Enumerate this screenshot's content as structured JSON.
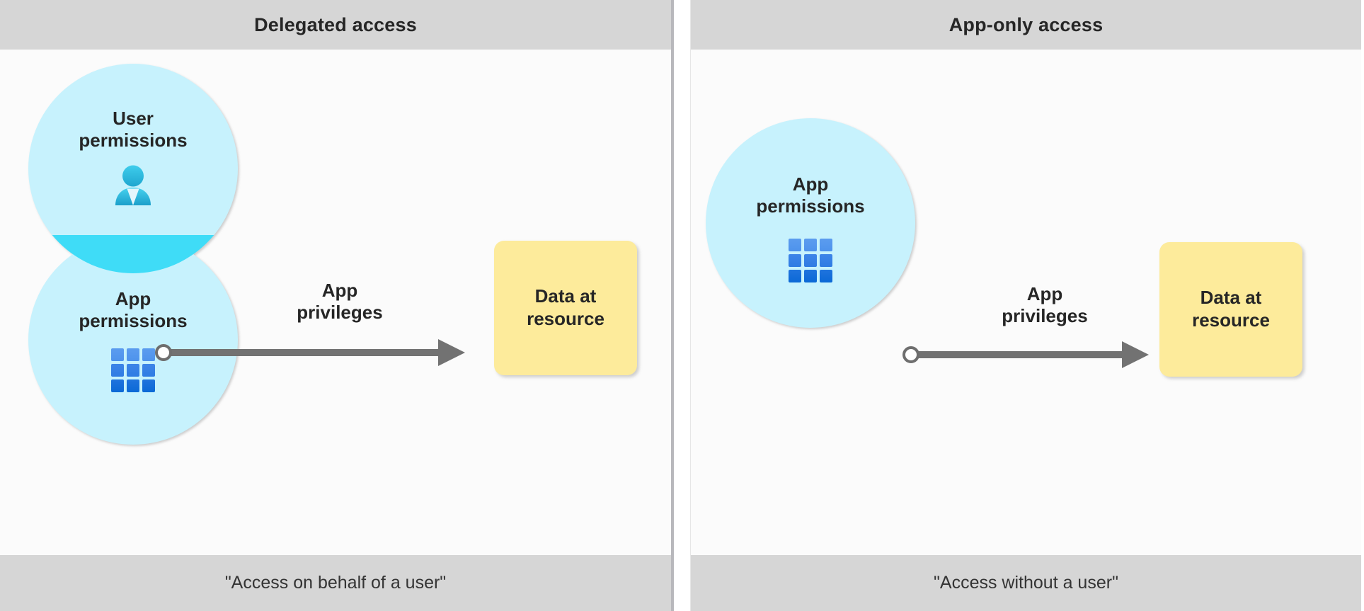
{
  "diagram": {
    "title_left": "Delegated access",
    "title_right": "App-only access",
    "colors": {
      "header_background": "#d6d6d6",
      "panel_background": "#fbfbfb",
      "circle_fill": "#c7f2fd",
      "overlap_fill": "#3fdcf7",
      "arrow_gray": "#727272",
      "resource_yellow": "#fdeb9b",
      "grid_blue_light": "#5b9cef",
      "grid_blue_dark": "#0b69d6",
      "person_cyan": "#29b6e0",
      "text_dark": "#262626",
      "divider_gray": "#b8b8bc"
    }
  },
  "left_panel": {
    "header": "Delegated access",
    "footer": "\"Access on behalf of a user\"",
    "circle_user": {
      "label_line1": "User",
      "label_line2": "permissions",
      "icon": "person-icon"
    },
    "circle_app": {
      "label_line1": "App",
      "label_line2": "permissions",
      "icon": "app-grid-icon"
    },
    "arrow": {
      "label_line1": "App",
      "label_line2": "privileges"
    },
    "resource": {
      "label_line1": "Data at",
      "label_line2": "resource"
    }
  },
  "right_panel": {
    "header": "App-only access",
    "footer": "\"Access without a user\"",
    "circle_app": {
      "label_line1": "App",
      "label_line2": "permissions",
      "icon": "app-grid-icon"
    },
    "arrow": {
      "label_line1": "App",
      "label_line2": "privileges"
    },
    "resource": {
      "label_line1": "Data at",
      "label_line2": "resource"
    }
  }
}
